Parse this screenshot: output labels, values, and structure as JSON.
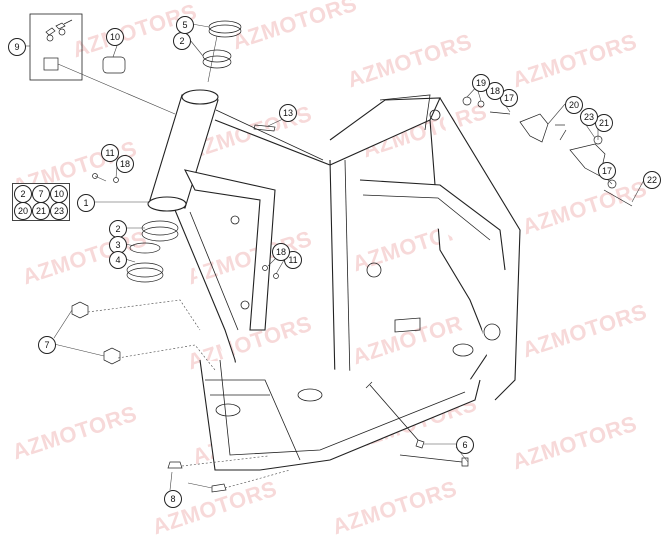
{
  "watermark": {
    "text": "AZMOTORS",
    "color": "#e07878"
  },
  "callouts": [
    "1",
    "2",
    "2",
    "3",
    "4",
    "5",
    "6",
    "7",
    "8",
    "9",
    "10",
    "11",
    "11",
    "13",
    "17",
    "17",
    "18",
    "18",
    "18",
    "19",
    "20",
    "21",
    "22",
    "23"
  ],
  "kit_box": {
    "items": [
      "2",
      "7",
      "10",
      "20",
      "21",
      "23"
    ]
  },
  "icons": {
    "keys": "keys-icon"
  }
}
